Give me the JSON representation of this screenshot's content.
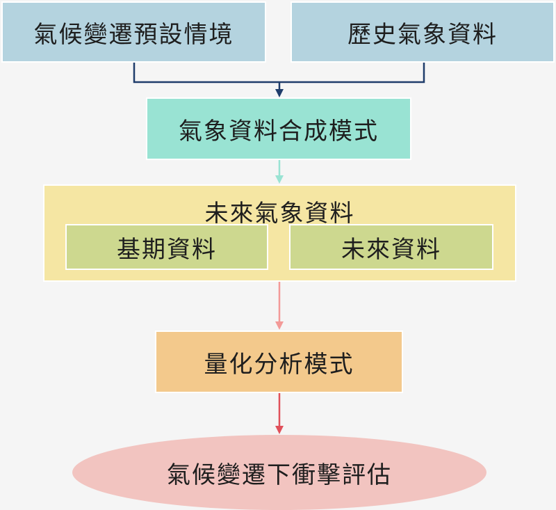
{
  "nodes": {
    "scenario": "氣候變遷預設情境",
    "historical": "歷史氣象資料",
    "synthesis": "氣象資料合成模式",
    "future_weather": "未來氣象資料",
    "baseline": "基期資料",
    "future": "未來資料",
    "quant_model": "量化分析模式",
    "impact": "氣候變遷下衝擊評估"
  },
  "colors": {
    "top_box": "#b4d3df",
    "synthesis_box": "#99e3d3",
    "future_group": "#f5e6a3",
    "sub_box": "#cdd88f",
    "quant_box": "#f3c98c",
    "impact_ellipse": "#f2c4c0",
    "arrow_navy": "#1f3d6b",
    "arrow_teal": "#99e3d3",
    "arrow_pink": "#f39a98",
    "arrow_red": "#e0505a"
  }
}
